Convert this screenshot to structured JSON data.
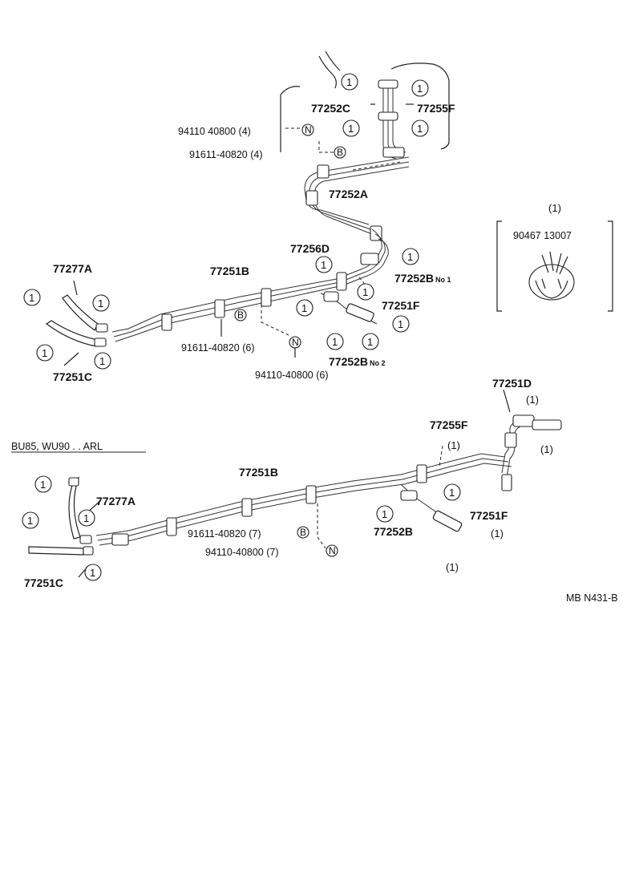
{
  "upper": {
    "label_77252C": "77252C",
    "label_77255F": "77255F",
    "label_94110_4": "94110 40800 (4)",
    "label_91611_4": "91611-40820 (4)",
    "label_77252A": "77252A",
    "label_77256D": "77256D",
    "label_77252B_no1": "77252B",
    "label_no1": "No 1",
    "label_77277A": "77277A",
    "label_77251B": "77251B",
    "label_77251F": "77251F",
    "label_91611_6": "91611-40820 (6)",
    "label_94110_6": "94110-40800 (6)",
    "label_77252B_no2": "77252B",
    "label_no2": "No 2",
    "label_77251C": "77251C",
    "letter_N": "N",
    "letter_B": "B"
  },
  "inset": {
    "qty": "1",
    "part": "90467 13007"
  },
  "lower": {
    "model_note": "BU85, WU90 . . ARL",
    "label_77251D": "77251D",
    "label_77255F": "77255F",
    "label_77251B": "77251B",
    "label_77277A": "77277A",
    "label_91611_7": "91611-40820 (7)",
    "label_94110_7": "94110-40800 (7)",
    "label_77252B": "77252B",
    "label_77251F": "77251F",
    "label_77251C": "77251C",
    "letter_N": "N",
    "letter_B": "B"
  },
  "qty_one": "1",
  "diagram_ref": "MB N431-B"
}
